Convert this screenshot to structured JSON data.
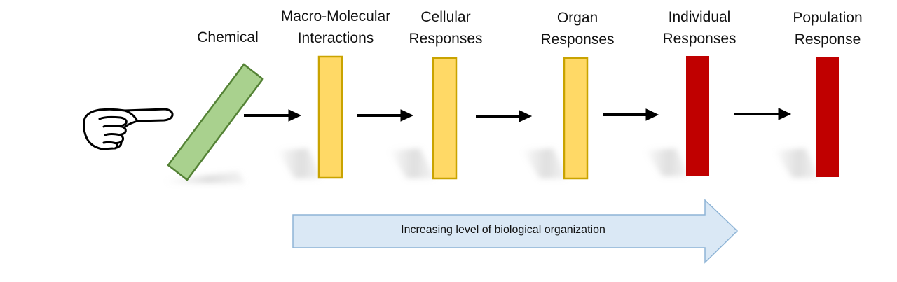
{
  "stages": [
    {
      "id": "chemical",
      "lines": [
        "Chemical"
      ],
      "color": "#a9d18e"
    },
    {
      "id": "macro-molecular",
      "lines": [
        "Macro-Molecular",
        "Interactions"
      ],
      "color": "#ffd966"
    },
    {
      "id": "cellular",
      "lines": [
        "Cellular",
        "Responses"
      ],
      "color": "#ffd966"
    },
    {
      "id": "organ",
      "lines": [
        "Organ",
        "Responses"
      ],
      "color": "#ffd966"
    },
    {
      "id": "individual",
      "lines": [
        "Individual",
        "Responses"
      ],
      "color": "#c00000"
    },
    {
      "id": "population",
      "lines": [
        "Population",
        "Response"
      ],
      "color": "#c00000"
    }
  ],
  "organization_arrow": {
    "label": "Increasing level of biological organization",
    "fill": "#dae8f5",
    "stroke": "#8eb4d6"
  },
  "icons": {
    "pointer": "pointing-hand-icon"
  },
  "colors": {
    "yellow_stroke": "#c9a300",
    "green_stroke": "#548235",
    "arrow": "#000000"
  }
}
